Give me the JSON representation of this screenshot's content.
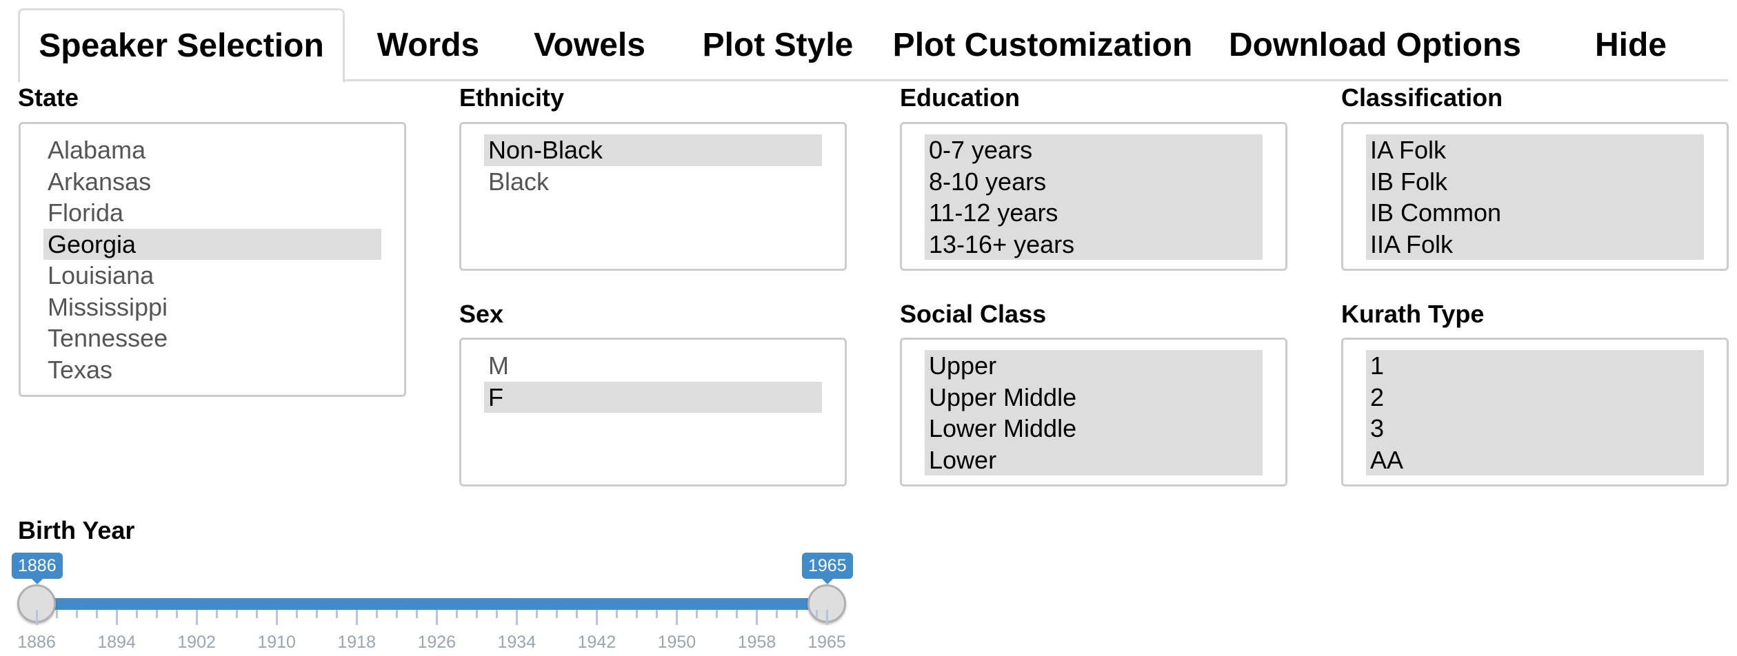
{
  "tabs": [
    {
      "label": "Speaker Selection",
      "active": true
    },
    {
      "label": "Words",
      "active": false
    },
    {
      "label": "Vowels",
      "active": false
    },
    {
      "label": "Plot Style",
      "active": false
    },
    {
      "label": "Plot Customization",
      "active": false
    },
    {
      "label": "Download Options",
      "active": false
    },
    {
      "label": "Hide",
      "active": false
    }
  ],
  "state": {
    "label": "State",
    "options": [
      "Alabama",
      "Arkansas",
      "Florida",
      "Georgia",
      "Louisiana",
      "Mississippi",
      "Tennessee",
      "Texas"
    ],
    "selected": [
      "Georgia"
    ]
  },
  "ethnicity": {
    "label": "Ethnicity",
    "options": [
      "Non-Black",
      "Black"
    ],
    "selected": [
      "Non-Black"
    ]
  },
  "sex": {
    "label": "Sex",
    "options": [
      "M",
      "F"
    ],
    "selected": [
      "F"
    ]
  },
  "education": {
    "label": "Education",
    "options": [
      "0-7 years",
      "8-10 years",
      "11-12 years",
      "13-16+ years"
    ],
    "selected": [
      "0-7 years",
      "8-10 years",
      "11-12 years",
      "13-16+ years"
    ]
  },
  "social_class": {
    "label": "Social Class",
    "options": [
      "Upper",
      "Upper Middle",
      "Lower Middle",
      "Lower"
    ],
    "selected": [
      "Upper",
      "Upper Middle",
      "Lower Middle",
      "Lower"
    ]
  },
  "classification": {
    "label": "Classification",
    "options": [
      "IA Folk",
      "IB Folk",
      "IB Common",
      "IIA Folk"
    ],
    "selected": [
      "IA Folk",
      "IB Folk",
      "IB Common",
      "IIA Folk"
    ]
  },
  "kurath_type": {
    "label": "Kurath Type",
    "options": [
      "1",
      "2",
      "3",
      "AA"
    ],
    "selected": [
      "1",
      "2",
      "3",
      "AA"
    ]
  },
  "birth_year": {
    "label": "Birth Year",
    "min": 1886,
    "max": 1965,
    "from": 1886,
    "to": 1965,
    "from_label": "1886",
    "to_label": "1965",
    "tick_labels": [
      "1886",
      "1894",
      "1902",
      "1910",
      "1918",
      "1926",
      "1934",
      "1942",
      "1950",
      "1958",
      "1965"
    ]
  },
  "colors": {
    "accent": "#428bca",
    "selected_bg": "#dddddd",
    "border": "#cccccc"
  }
}
